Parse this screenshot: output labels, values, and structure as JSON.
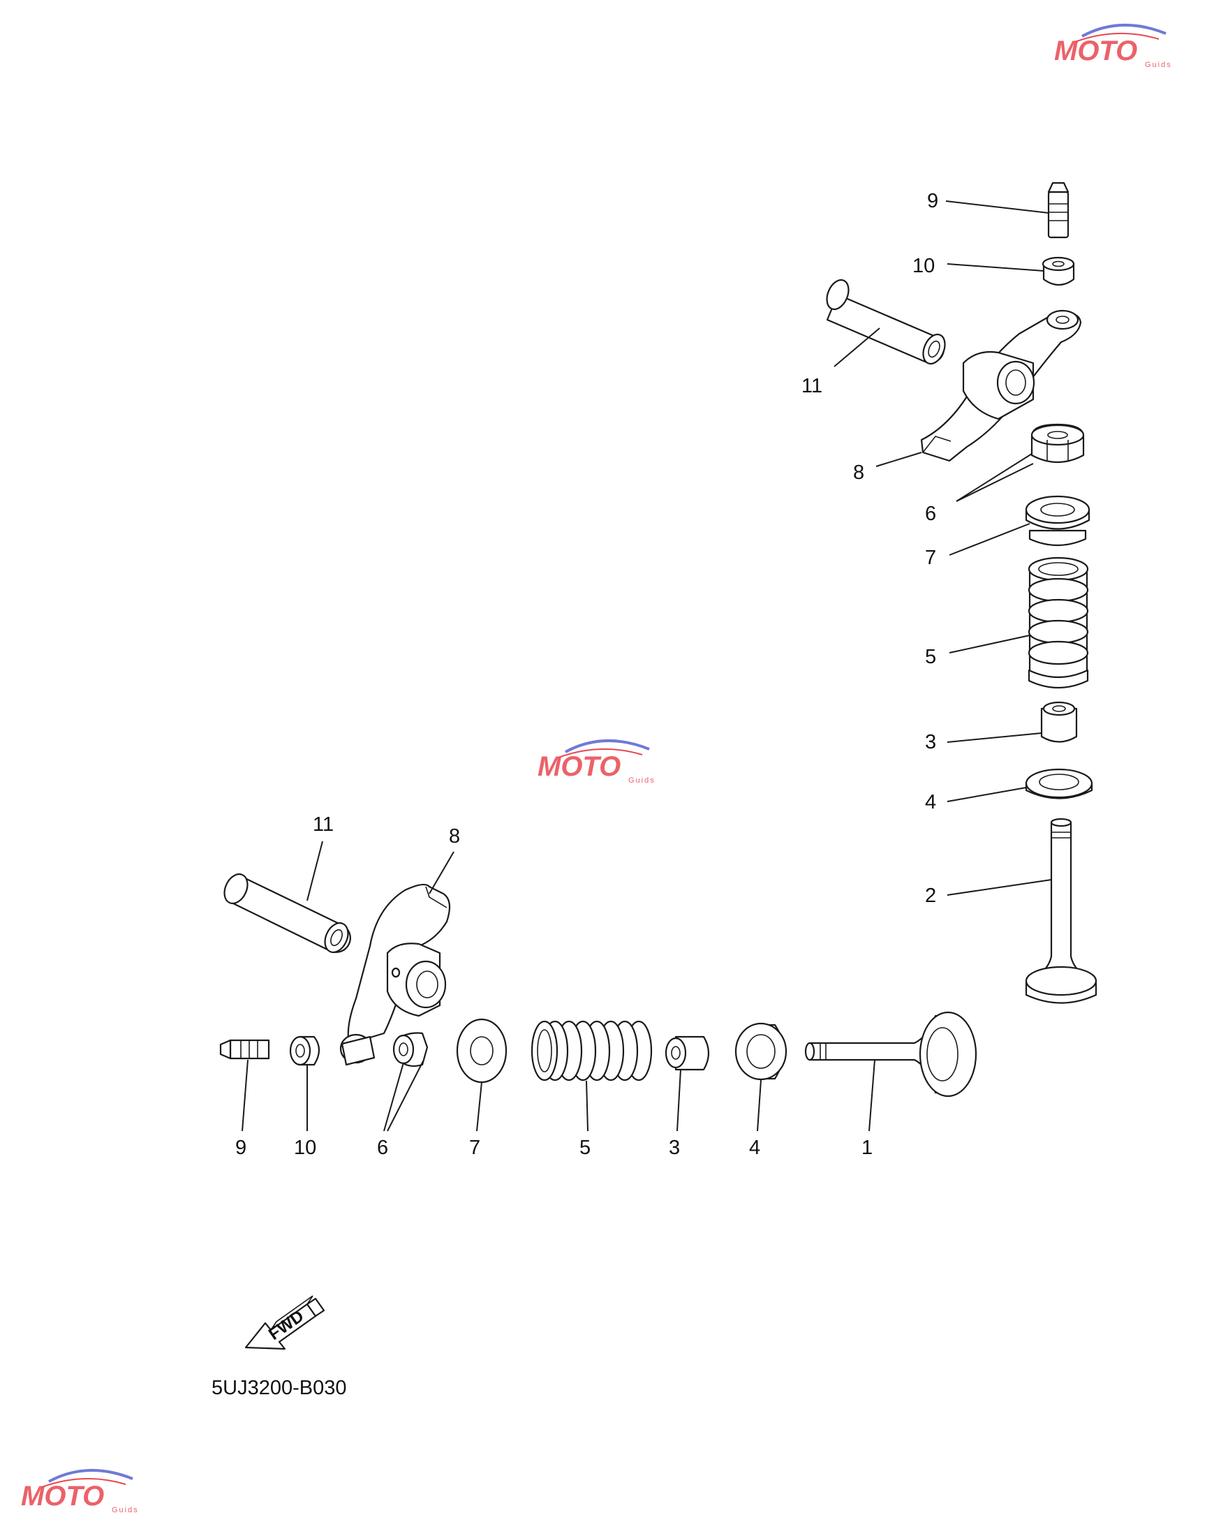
{
  "diagram": {
    "part_code": "5UJ3200-B030",
    "fwd_label": "FWD",
    "watermark": {
      "brand": "MOTO",
      "sub": "Guids",
      "colors": {
        "red": "#e8474f",
        "blue": "#6f7ad6",
        "gray": "#b5b5b5"
      }
    },
    "callouts_vertical": [
      "9",
      "10",
      "11",
      "8",
      "6",
      "7",
      "5",
      "3",
      "4",
      "2"
    ],
    "callouts_horizontal": [
      "11",
      "8",
      "9",
      "10",
      "6",
      "7",
      "5",
      "3",
      "4",
      "1"
    ]
  }
}
